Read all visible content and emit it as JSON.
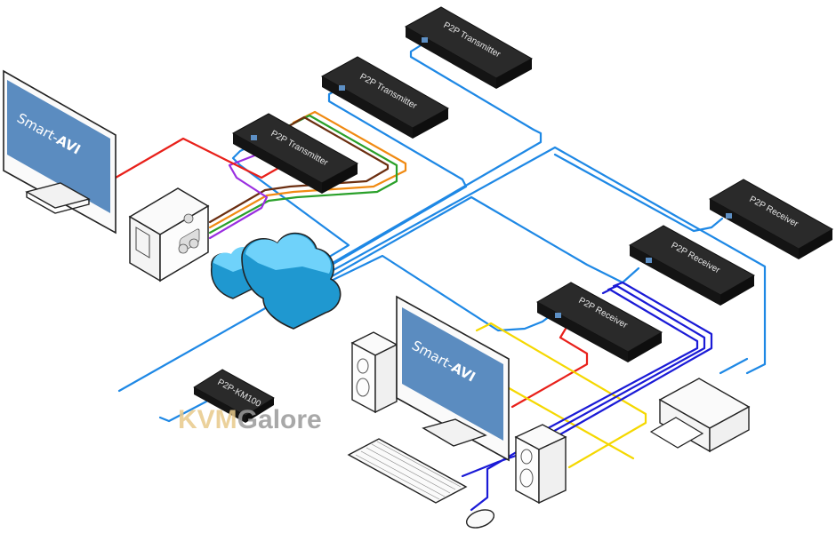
{
  "diagram": {
    "title": "Smart-AVI P2P KVM over IP network topology",
    "colors": {
      "network": "#1e88e5",
      "video": "#e8201a",
      "usb": "#1a1ad6",
      "audio": "#f5d800",
      "serial_orange": "#f08a12",
      "serial_green": "#2aa02a",
      "serial_brown": "#6b2e10",
      "serial_purple": "#9a2ee0",
      "cloud": "#5ec8f5",
      "device_body": "#1c1c1c",
      "screen": "#5b8cc0"
    },
    "transmitters": [
      {
        "label": "P2P Transmitter"
      },
      {
        "label": "P2P Transmitter"
      },
      {
        "label": "P2P Transmitter"
      }
    ],
    "receivers": [
      {
        "label": "P2P Receiver"
      },
      {
        "label": "P2P Receiver"
      },
      {
        "label": "P2P Receiver"
      }
    ],
    "manager": {
      "label": "P2P-KM100"
    },
    "monitors": [
      {
        "brand": "Smart-",
        "brand_mark": "AVI"
      },
      {
        "brand": "Smart-",
        "brand_mark": "AVI"
      }
    ],
    "watermark": {
      "part1": "KVM",
      "part2": "Galore"
    },
    "nodes": [
      "source-monitor",
      "source-computer",
      "network-cloud",
      "workstation-monitor",
      "speakers",
      "keyboard",
      "mouse",
      "printer"
    ]
  }
}
